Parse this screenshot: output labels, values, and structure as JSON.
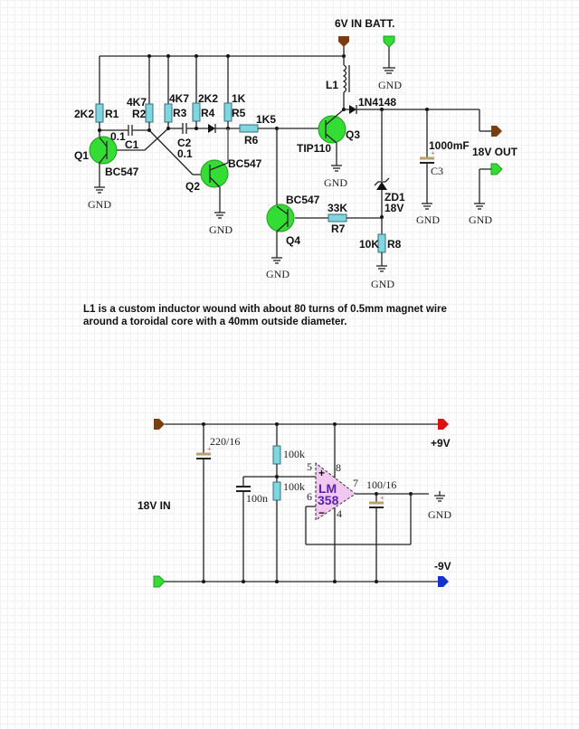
{
  "diagram": {
    "top_circuit": {
      "supply_label": "6V IN BATT.",
      "output_label": "18V  OUT",
      "gnd": "GND",
      "resistors": [
        {
          "ref": "R1",
          "value": "2K2"
        },
        {
          "ref": "R2",
          "value": "4K7"
        },
        {
          "ref": "R3",
          "value": "4K7"
        },
        {
          "ref": "R4",
          "value": "2K2"
        },
        {
          "ref": "R5",
          "value": "1K"
        },
        {
          "ref": "R6",
          "value": "1K5"
        },
        {
          "ref": "R7",
          "value": "33K"
        },
        {
          "ref": "R8",
          "value": "10K"
        }
      ],
      "capacitors": [
        {
          "ref": "C1",
          "value": "0.1"
        },
        {
          "ref": "C2",
          "value": "0.1"
        },
        {
          "ref": "C3",
          "value": "1000mF"
        }
      ],
      "transistors": [
        {
          "ref": "Q1",
          "type": "BC547"
        },
        {
          "ref": "Q2",
          "type": "BC547"
        },
        {
          "ref": "Q3",
          "type": "TIP110"
        },
        {
          "ref": "Q4",
          "type": "BC547"
        }
      ],
      "inductor": {
        "ref": "L1"
      },
      "diode": {
        "type": "1N4148"
      },
      "zener": {
        "ref": "ZD1",
        "value": "18V"
      }
    },
    "note_line1": "L1 is a custom inductor wound with about 80 turns of 0.5mm magnet wire",
    "note_line2": "around a toroidal core with a 40mm outside diameter.",
    "bottom_circuit": {
      "input_label": "18V IN",
      "pos_label": "+9V",
      "neg_label": "-9V",
      "gnd": "GND",
      "c_in": "220/16",
      "c_filter": "100n",
      "r_top": "100k",
      "r_bot": "100k",
      "c_out": "100/16",
      "opamp": {
        "line1": "LM",
        "line2": "358",
        "pin5": "5",
        "pin6": "6",
        "pin7": "7",
        "pin8": "8",
        "pin4": "4",
        "plus": "+",
        "minus": "−"
      }
    },
    "colors": {
      "wire": "#222222",
      "resistor": "#7fd6e0",
      "transistor": "#33dd33",
      "arrow_brown": "#7a3d10",
      "arrow_green": "#33dd33",
      "arrow_red": "#dd1111",
      "arrow_blue": "#1133cc",
      "opamp": "#f0c8f0"
    }
  }
}
